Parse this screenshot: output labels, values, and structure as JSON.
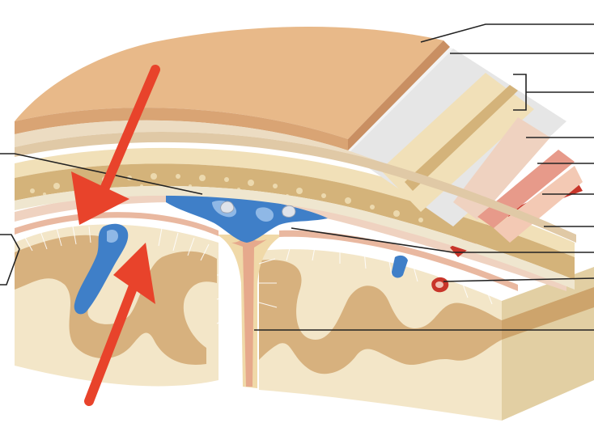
{
  "diagram": {
    "subject": "meninges-cross-section",
    "colors": {
      "skin": "#e8b989",
      "skin_shade": "#d9a474",
      "skin_side": "#c98f62",
      "periosteum": "#f2f2f2",
      "bone": "#f1e0b8",
      "bone_spongy": "#d4b37a",
      "dura": "#dcdcdc",
      "arachnoid": "#f3c9b4",
      "pia": "#e79a8a",
      "sinus_blue": "#3f7fc8",
      "sinus_blue_light": "#8fb8e6",
      "artery_red": "#c8352a",
      "gray_matter": "#d7b17e",
      "white_matter": "#f3e6c8",
      "web_fibers": "#ffffff",
      "leader_line": "#222222",
      "arrow_red": "#e8432b"
    },
    "leader_count_right": 11,
    "leader_count_left": 2,
    "arrows": [
      {
        "name": "arrow-upper",
        "direction": "down-left"
      },
      {
        "name": "arrow-lower",
        "direction": "up-right"
      }
    ]
  }
}
